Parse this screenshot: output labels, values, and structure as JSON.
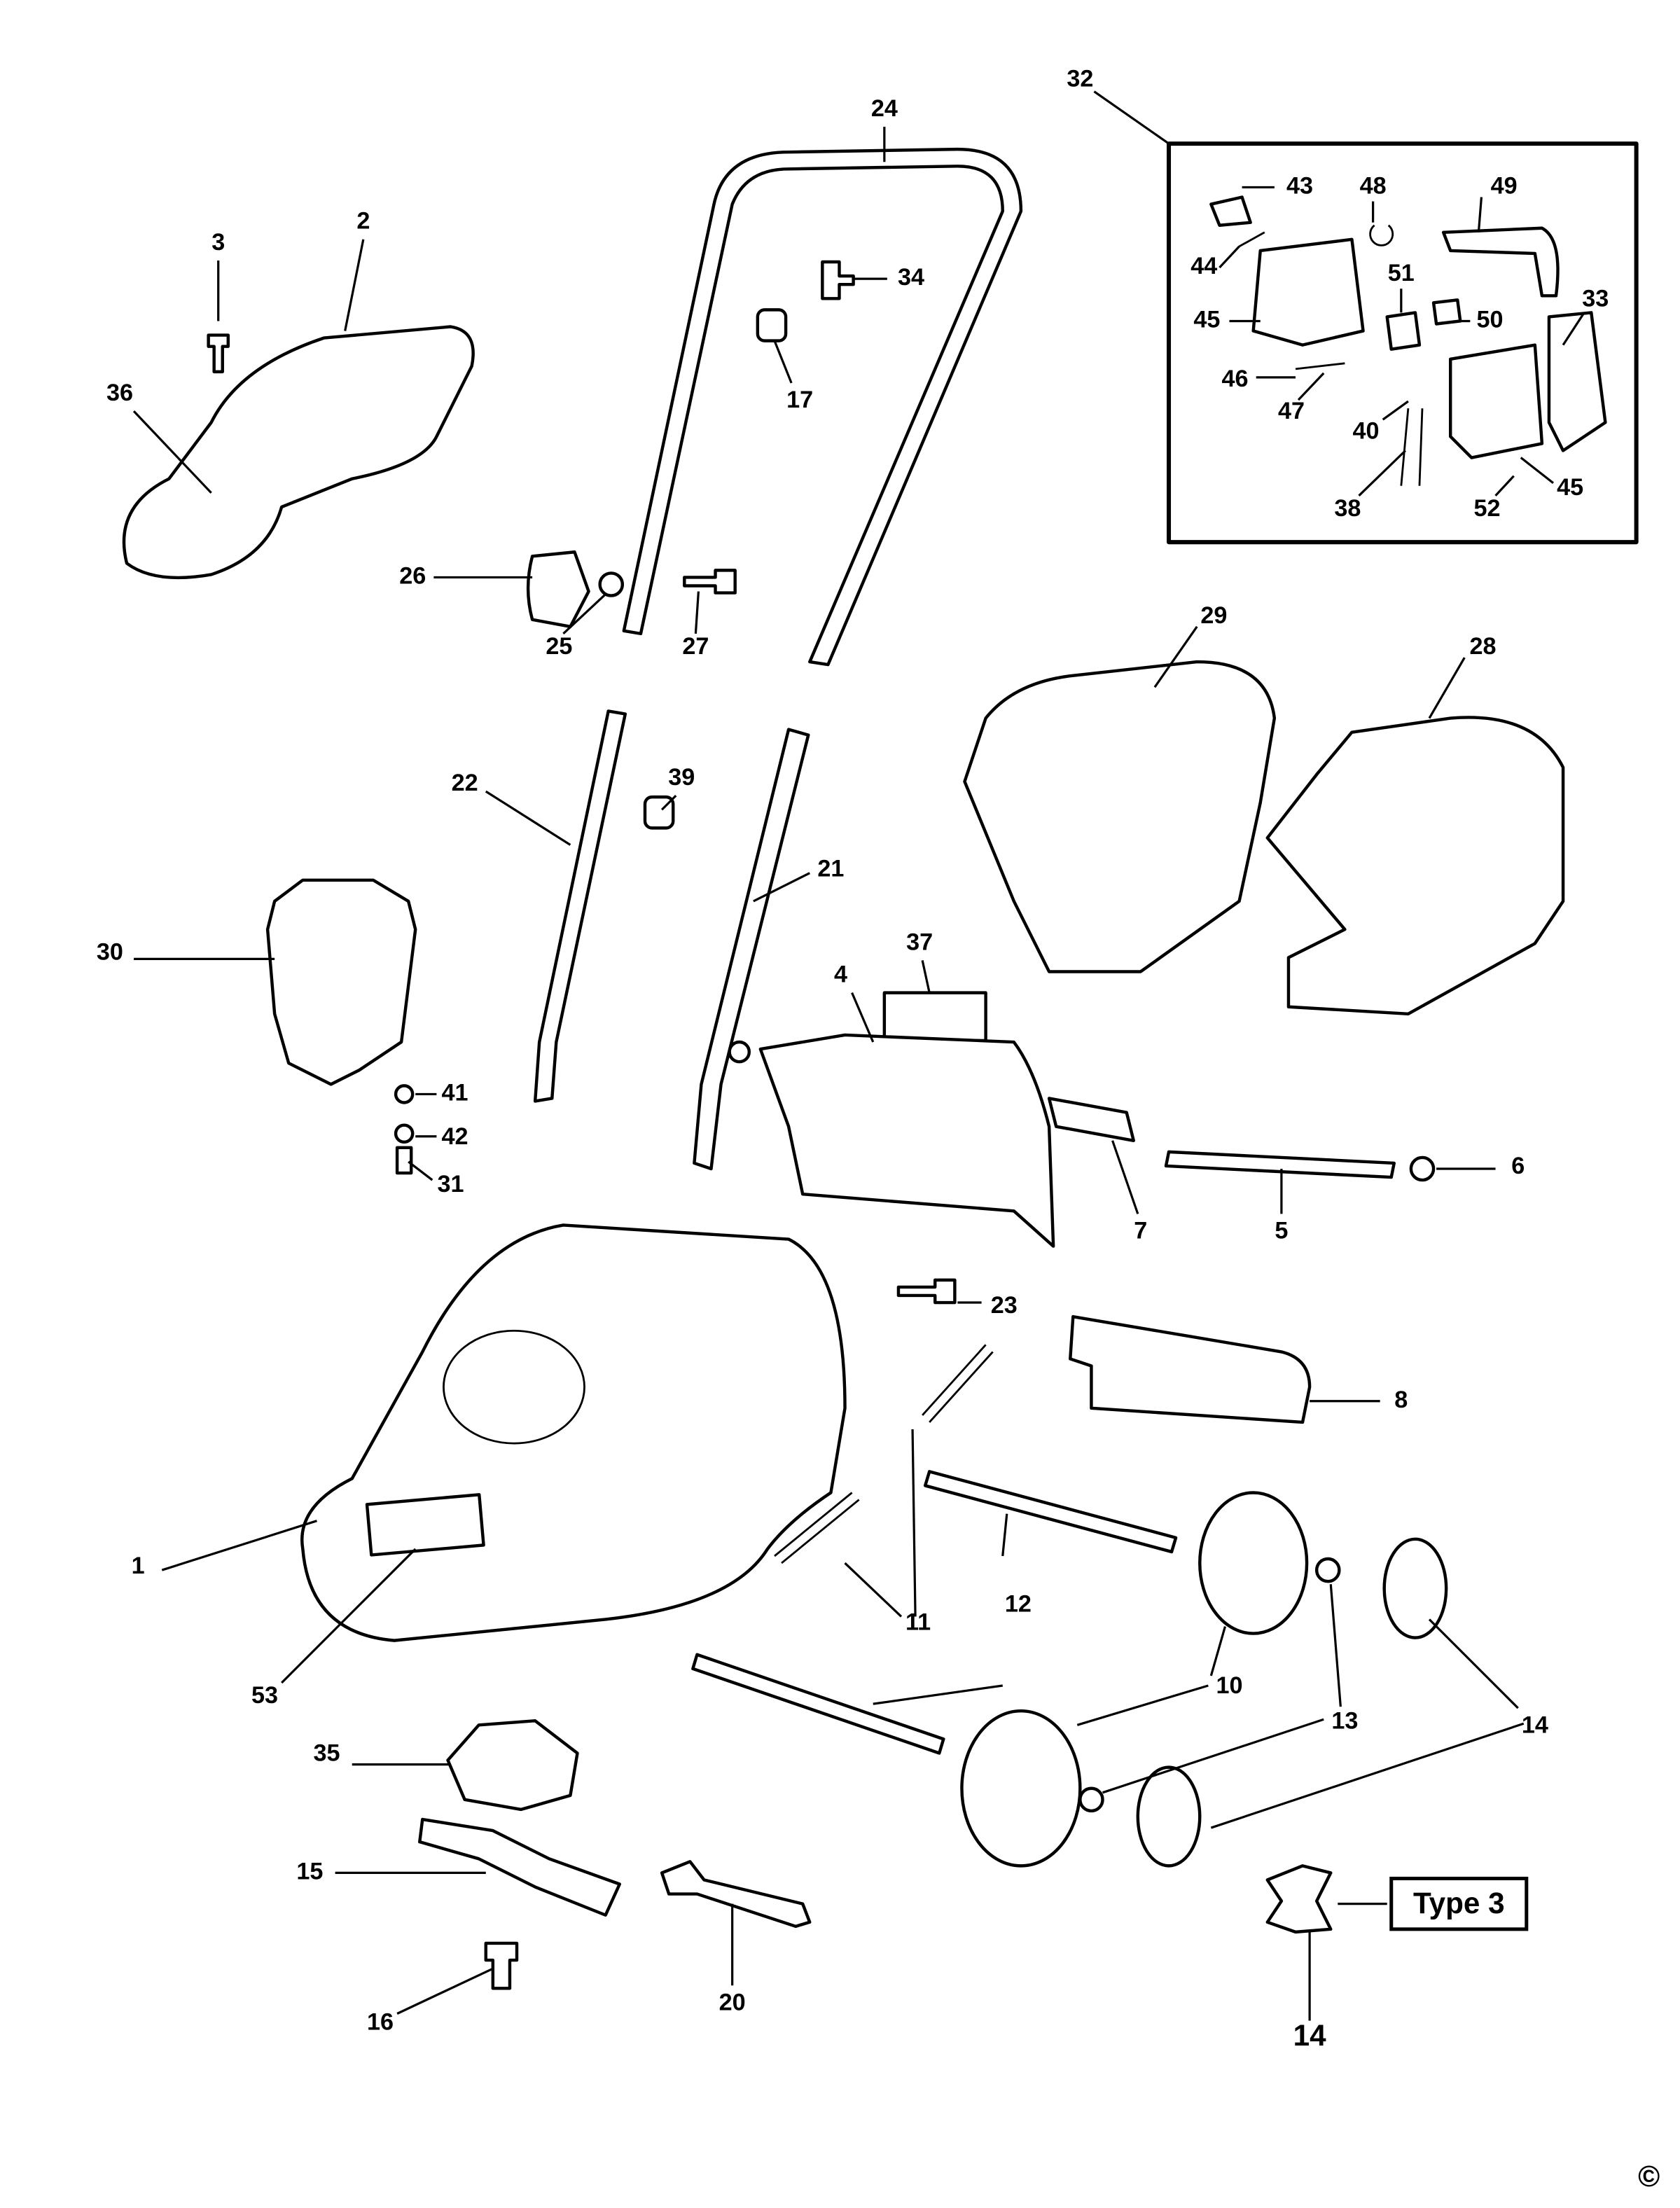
{
  "labels": {
    "p1": "1",
    "p2": "2",
    "p3": "3",
    "p4": "4",
    "p5": "5",
    "p6": "6",
    "p7": "7",
    "p8": "8",
    "p10": "10",
    "p11": "11",
    "p12a": "12",
    "p13": "13",
    "p14a": "14",
    "p14b": "14",
    "p15": "15",
    "p16": "16",
    "p17": "17",
    "p20": "20",
    "p21": "21",
    "p22": "22",
    "p23": "23",
    "p24": "24",
    "p25": "25",
    "p26": "26",
    "p27": "27",
    "p28": "28",
    "p29": "29",
    "p30": "30",
    "p31": "31",
    "p32": "32",
    "p33": "33",
    "p34": "34",
    "p35": "35",
    "p36": "36",
    "p37": "37",
    "p38": "38",
    "p39": "39",
    "p40": "40",
    "p41": "41",
    "p42": "42",
    "p43": "43",
    "p44": "44",
    "p45a": "45",
    "p45b": "45",
    "p46": "46",
    "p47": "47",
    "p48": "48",
    "p49": "49",
    "p50": "50",
    "p51": "51",
    "p52": "52",
    "p53": "53"
  },
  "type_box": "Type 3",
  "copyright": "©"
}
